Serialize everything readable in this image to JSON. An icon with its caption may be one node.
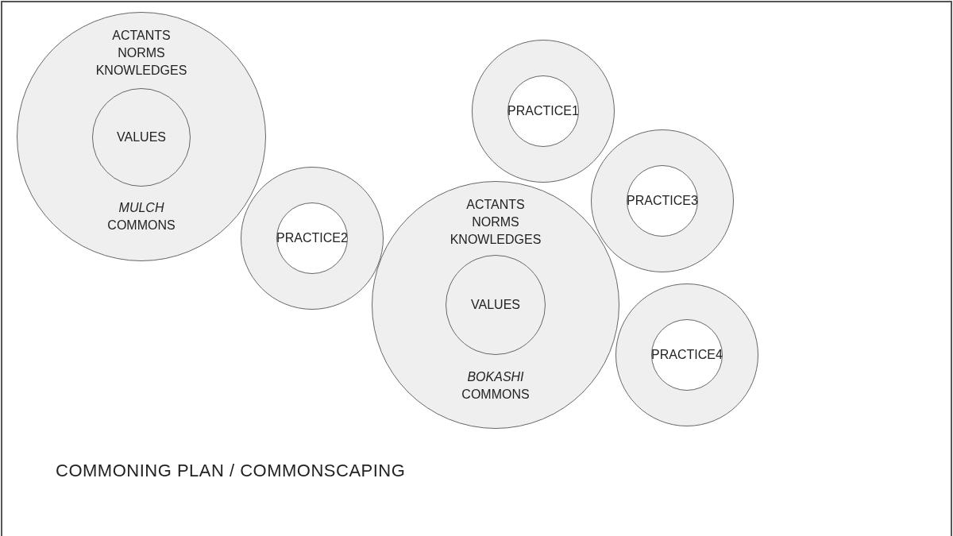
{
  "diagram": {
    "caption": "COMMONING PLAN / COMMONSCAPING",
    "nodes": [
      {
        "text": [
          "ACTANTS NORMS KNOWLEDGES",
          "*MULCH* COMMONS"
        ]
      },
      {
        "text": [
          "VALUES"
        ],
        "in": 0
      },
      {
        "text": [],
        "shape": "circle"
      },
      {
        "text": [
          "PRACTICE1"
        ],
        "in": 2
      },
      {
        "text": [],
        "shape": "circle"
      },
      {
        "text": [
          "PRACTICE3"
        ],
        "in": 4
      },
      {
        "text": [],
        "shape": "circle"
      },
      {
        "text": [
          "PRACTICE2"
        ],
        "in": 6
      },
      {
        "text": [
          "ACTANTS NORMS KNOWLEDGES",
          "*BOKASHI* COMMONS"
        ]
      },
      {
        "text": [
          "VALUES"
        ],
        "in": 8
      },
      {
        "text": [],
        "shape": "circle"
      },
      {
        "text": [
          "PRACTICE4"
        ],
        "in": 10
      }
    ],
    "edges": []
  }
}
